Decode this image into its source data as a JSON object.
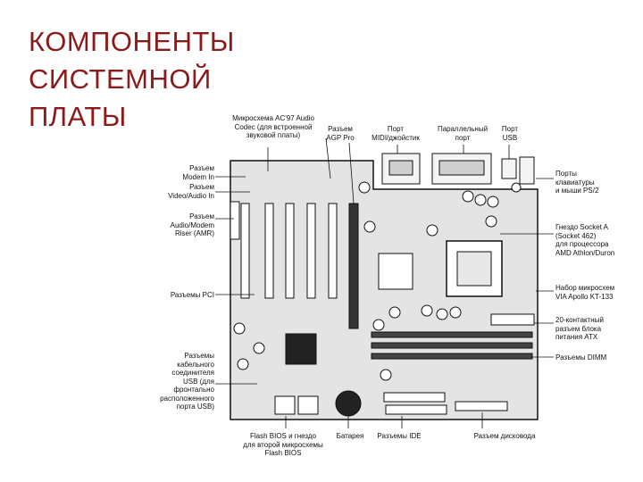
{
  "title": "КОМПОНЕНТЫ\nСИСТЕМНОЙ\nПЛАТЫ",
  "labels": {
    "ac97": "Микросхема AC'97 Audio\nCodec (для встроенной\nзвуковой платы)",
    "agp": "Разъем\nAGP Pro",
    "mic": "Порт\nMIDI/джойстик",
    "parallel": "Параллельный\nпорт",
    "usb_port": "Порт\nUSB",
    "modem_in": "Разъем\nModem In",
    "video_in": "Разъем\nVideo/Audio In",
    "amr": "Разъем\nAudio/Modem\nRiser (AMR)",
    "pci": "Разъемы PCI",
    "usb_cable": "Разъемы\nкабельного\nсоединителя\nUSB (для\nфронтально\nрасположенного\nпорта USB)",
    "ps2": "Порты\nклавиатуры\nи мыши PS/2",
    "socket": "Гнездо Socket A\n(Socket 462)\nдля процессора\nAMD Athlon/Duron",
    "chipset": "Набор микросхем\nVIA Apollo KT-133",
    "atx": "20-контактный\nразъем блока\nпитания ATX",
    "dimm": "Разъемы DIMM",
    "bios": "Flash BIOS и гнездо\nдля второй микросхемы\nFlash BIOS",
    "battery": "Батарея",
    "ide": "Разъемы IDE",
    "floppy": "Разъем дисковода"
  },
  "colors": {
    "title": "#8b1a1a",
    "board": "#e4e4e4",
    "outline": "#111111"
  }
}
